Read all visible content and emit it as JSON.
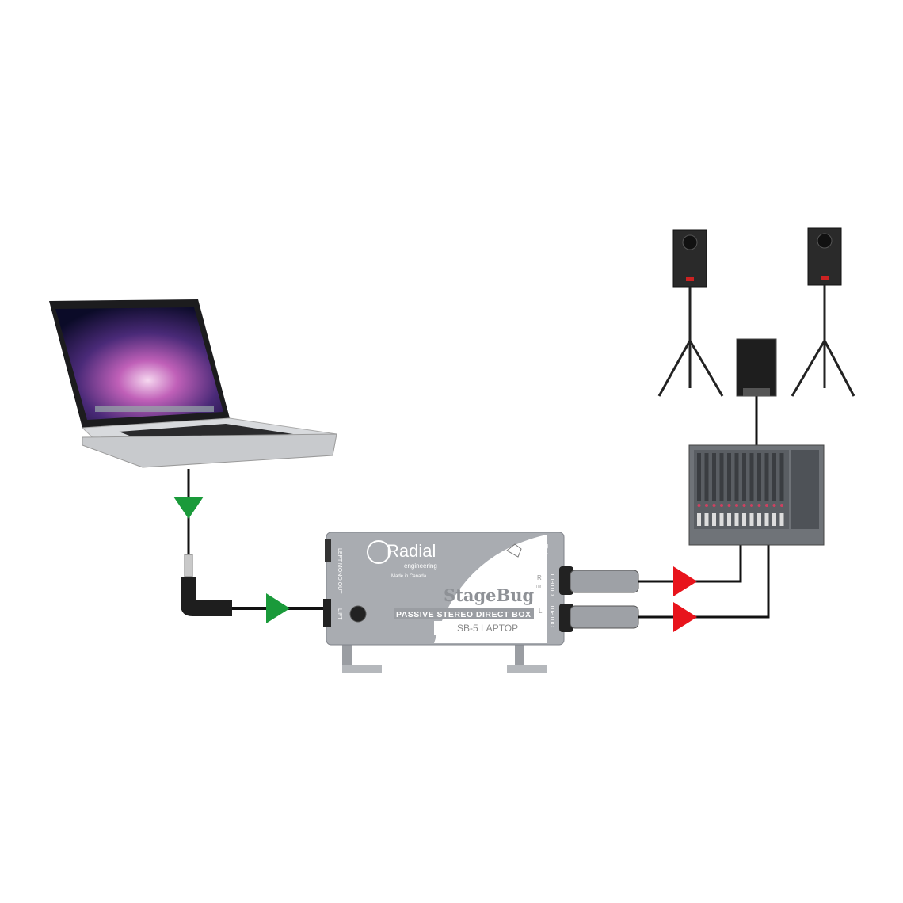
{
  "diagram": {
    "laptop": {
      "icon": "laptop-icon"
    },
    "di_box": {
      "brand": "Radial",
      "brand_sub": "engineering",
      "made_in": "Made in Canada",
      "product": "StageBug",
      "tm": "TM",
      "description": "PASSIVE STEREO DIRECT BOX",
      "model": "SB-5 LAPTOP",
      "left_mono_out": "LEFT MONO OUT",
      "lift": "LIFT",
      "pad": "PAD",
      "output_r": "OUTPUT",
      "output_l": "OUTPUT",
      "r": "R",
      "l": "L"
    },
    "colors": {
      "input_arrow": "#1a9a3a",
      "output_arrow": "#e8141c",
      "cable": "#111111",
      "box": "#a9acb1"
    }
  }
}
